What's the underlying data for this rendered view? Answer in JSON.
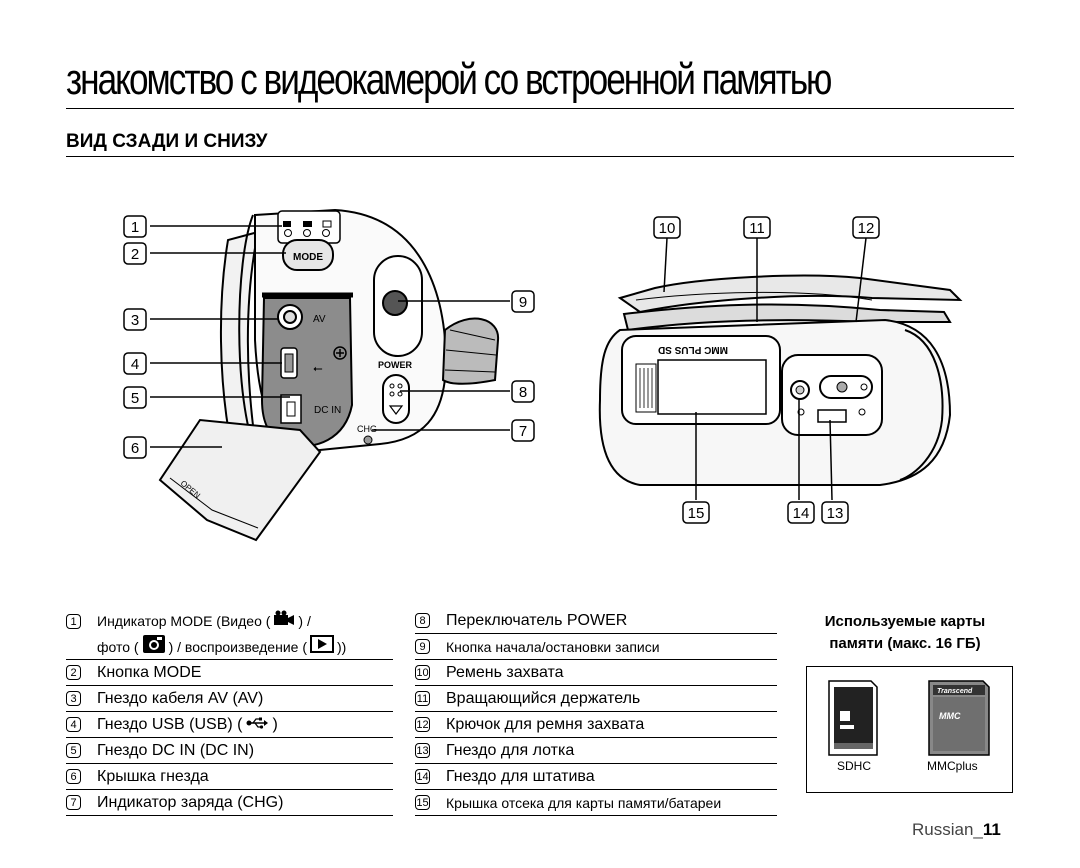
{
  "page": {
    "title": "знакомство с видеокамерой со встроенной памятью",
    "section_title": "ВИД СЗАДИ И СНИЗУ"
  },
  "callouts": [
    "1",
    "2",
    "3",
    "4",
    "5",
    "6",
    "7",
    "8",
    "9",
    "10",
    "11",
    "12",
    "13",
    "14",
    "15"
  ],
  "camera": {
    "mode_button": "MODE",
    "av_label": "AV",
    "dc_in_label": "DC IN",
    "power_label": "POWER",
    "chg_label": "CHG",
    "open_label": "OPEN"
  },
  "legend_left": [
    {
      "num": "1",
      "text_a": "Индикатор MODE (Видео (",
      "text_b": ") /",
      "text_c": "фото (",
      "text_d": ") / воспроизведение (",
      "text_e": "))"
    },
    {
      "num": "2",
      "text": "Кнопка MODE"
    },
    {
      "num": "3",
      "text": "Гнездо кабеля AV (AV)"
    },
    {
      "num": "4",
      "text_a": "Гнездо USB (USB) (",
      "text_b": ")"
    },
    {
      "num": "5",
      "text": "Гнездо DC IN (DC IN)"
    },
    {
      "num": "6",
      "text": "Крышка гнезда"
    },
    {
      "num": "7",
      "text": "Индикатор заряда (CHG)"
    }
  ],
  "legend_mid": [
    {
      "num": "8",
      "text": "Переключатель POWER"
    },
    {
      "num": "9",
      "text": "Кнопка начала/остановки записи"
    },
    {
      "num": "10",
      "text": "Ремень захвата"
    },
    {
      "num": "11",
      "text": "Вращающийся держатель"
    },
    {
      "num": "12",
      "text": "Крючок для ремня захвата"
    },
    {
      "num": "13",
      "text": "Гнездо для лотка"
    },
    {
      "num": "14",
      "text": "Гнездо для штатива"
    },
    {
      "num": "15",
      "text": "Крышка отсека для карты памяти/батареи"
    }
  ],
  "memory_cards": {
    "heading_line1": "Используемые карты",
    "heading_line2": "памяти (макс. 16 ГБ)",
    "cards": [
      {
        "label": "SDHC"
      },
      {
        "label": "MMCplus",
        "brand": "Transcend"
      }
    ]
  },
  "footer": {
    "language": "Russian_",
    "page_number": "11"
  },
  "icons": [
    "video-camera-icon",
    "photo-camera-icon",
    "play-icon",
    "usb-icon"
  ]
}
